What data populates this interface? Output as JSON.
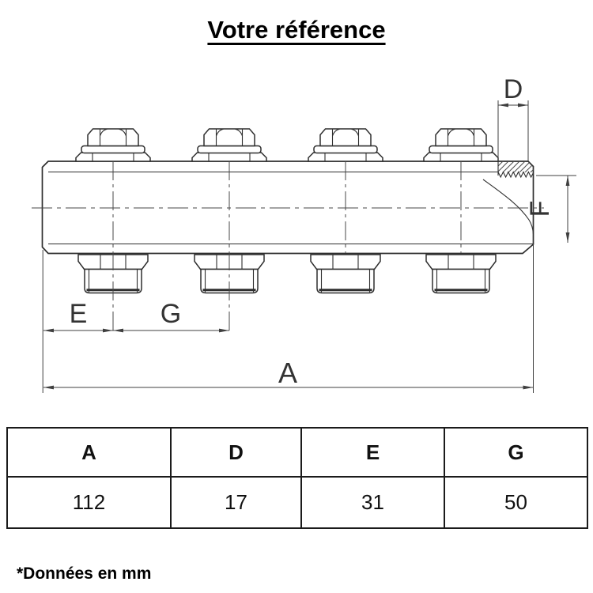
{
  "header": {
    "title": "Votre référence"
  },
  "drawing": {
    "labels": {
      "A": "A",
      "D": "D",
      "E": "E",
      "F": "F",
      "G": "G"
    }
  },
  "table": {
    "headers": [
      "A",
      "D",
      "E",
      "G"
    ],
    "values": [
      112,
      17,
      31,
      50
    ]
  },
  "footnote": {
    "text": "*Données en mm"
  },
  "colors": {
    "line": "#2e2e2e",
    "dimension": "#3f3f3f",
    "text": "#000000"
  }
}
